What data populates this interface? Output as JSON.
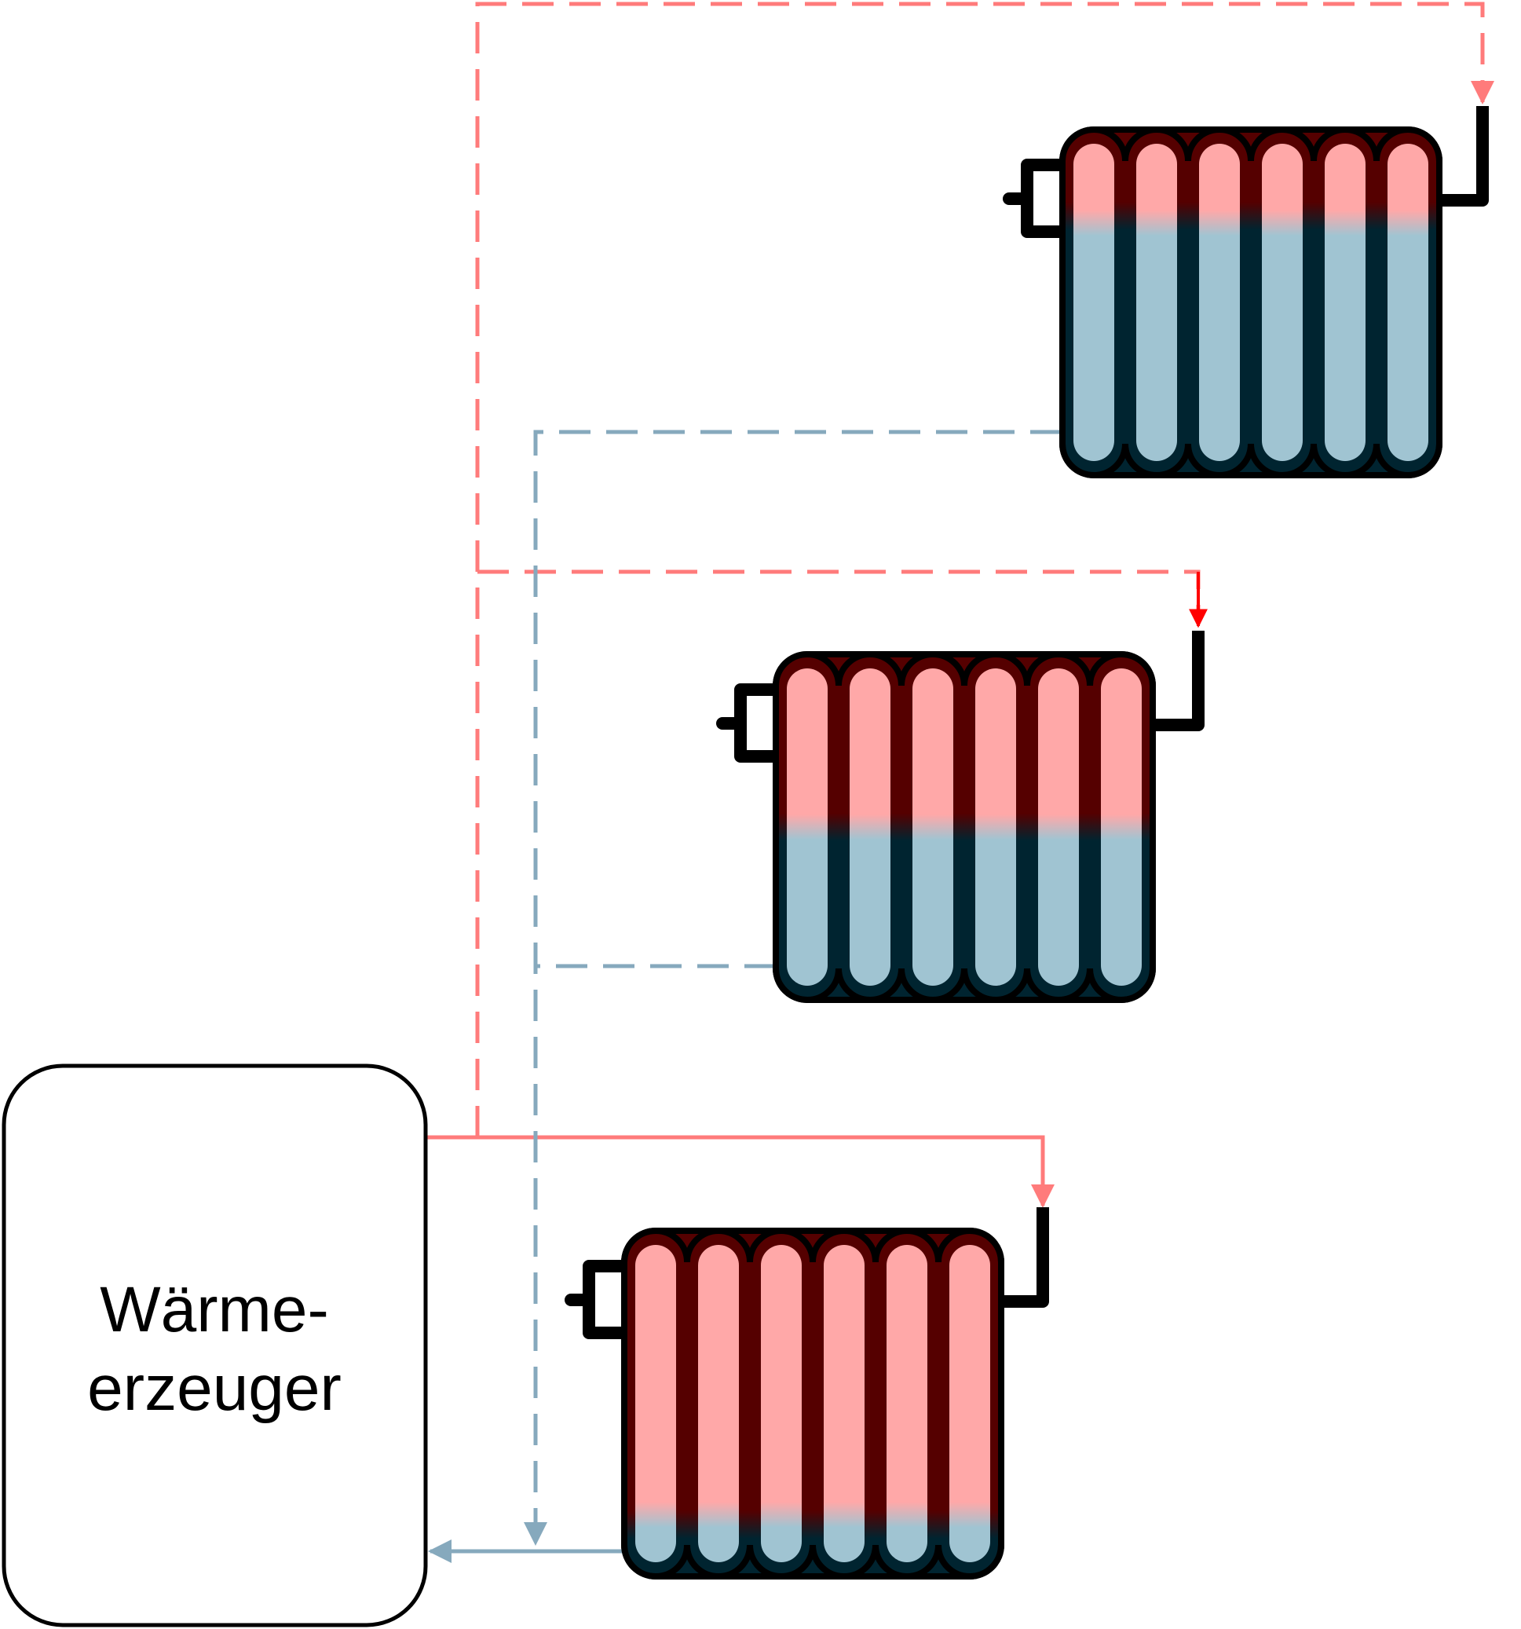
{
  "generator": {
    "label_line1": "Wärme-",
    "label_line2": "erzeuger"
  },
  "colors": {
    "supply_line": "#ff7b7b",
    "supply_arrow_strong": "#ff0000",
    "return_line": "#86a9bd",
    "hot_fill": "#ffa8a8",
    "cold_fill": "#a0c4d2",
    "hot_dark": "#550000",
    "cold_dark": "#002430",
    "outline": "#000000"
  },
  "radiators": [
    {
      "name": "radiator-top",
      "hot_fraction": 0.25
    },
    {
      "name": "radiator-middle",
      "hot_fraction": 0.5
    },
    {
      "name": "radiator-bottom",
      "hot_fraction": 0.85
    }
  ],
  "icons": {
    "radiator": "radiator-icon",
    "flow_arrow": "arrow-icon"
  }
}
